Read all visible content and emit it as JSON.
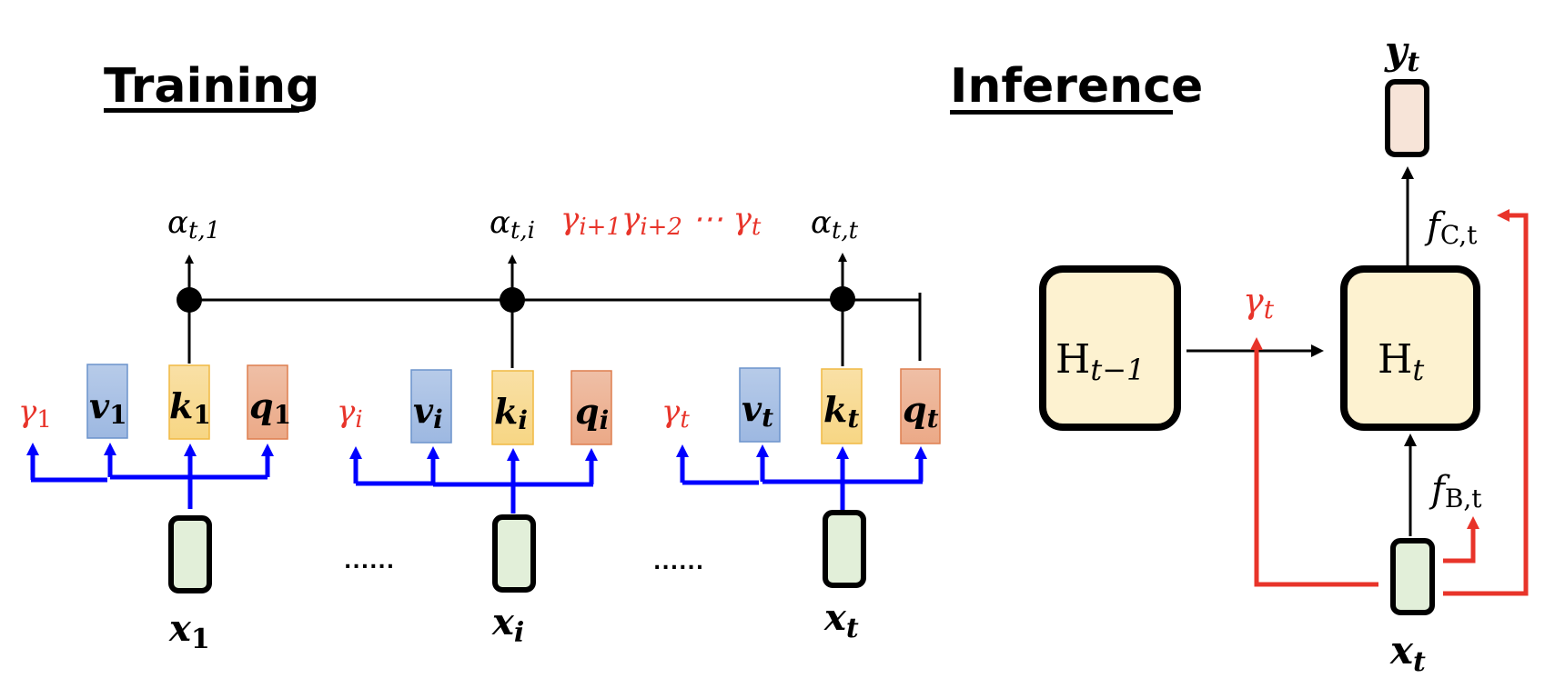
{
  "titles": {
    "training": "Training",
    "inference": "Inference"
  },
  "colors": {
    "v_fill": "#a6bfe4",
    "v_stroke": "#6b93cc",
    "k_fill": "#f8da94",
    "k_stroke": "#f0b942",
    "q_fill": "#edb194",
    "q_stroke": "#de7e4f",
    "x_fill": "#e2efd9",
    "h_fill": "#fdf2d0",
    "y_fill": "#f7e4d8",
    "blue": "#0000ff",
    "red": "#e8342a"
  },
  "training": {
    "groups": [
      {
        "gamma": "γ",
        "gamma_sub": "1",
        "v": "v",
        "k": "k",
        "q": "q",
        "sub": "1",
        "x": "x",
        "alpha": "α",
        "alpha_sub": "t,1"
      },
      {
        "gamma": "γ",
        "gamma_sub": "i",
        "v": "v",
        "k": "k",
        "q": "q",
        "sub": "i",
        "x": "x",
        "alpha": "α",
        "alpha_sub": "t,i"
      },
      {
        "gamma": "γ",
        "gamma_sub": "t",
        "v": "v",
        "k": "k",
        "q": "q",
        "sub": "t",
        "x": "x",
        "alpha": "α",
        "alpha_sub": "t,t"
      }
    ],
    "decay_product": {
      "g1": "γ",
      "s1": "i+1",
      "g2": "γ",
      "s2": "i+2",
      "ellipsis": " ⋯ ",
      "g3": "γ",
      "s3": "t"
    },
    "ellipsis": "......"
  },
  "inference": {
    "h_prev": {
      "main": "H",
      "sub": "t−1"
    },
    "h_cur": {
      "main": "H",
      "sub": "t"
    },
    "gamma": {
      "main": "γ",
      "sub": "t"
    },
    "f_c": {
      "main": "f",
      "sub": "C,t"
    },
    "f_b": {
      "main": "f",
      "sub": "B,t"
    },
    "x": {
      "main": "x",
      "sub": "t"
    },
    "y": {
      "main": "y",
      "sub": "t"
    }
  }
}
